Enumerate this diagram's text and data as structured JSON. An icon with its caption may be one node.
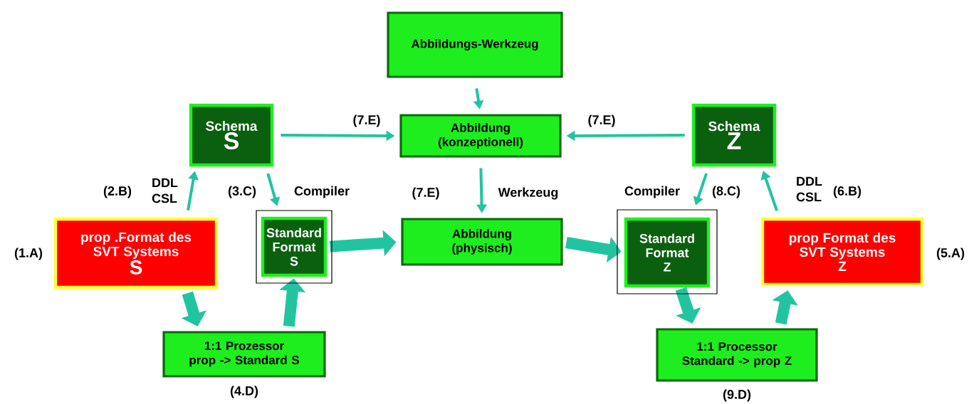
{
  "diagram": {
    "nodes": [
      {
        "text": [
          "Abbildungs-Werkzeug"
        ]
      },
      {
        "text": [
          "Schema",
          "S"
        ]
      },
      {
        "text": [
          "Abbildung (konzeptionell)"
        ]
      },
      {
        "text": [
          "Schema",
          "Z"
        ]
      },
      {
        "text": [
          "prop .Format des SVT Systems",
          "S"
        ],
        "beside": [
          "(1.A)"
        ]
      },
      {
        "text": [],
        "shape": "box"
      },
      {
        "text": [
          "Standard Format",
          "S"
        ],
        "in": 5
      },
      {
        "text": [
          "Abbildung (physisch)"
        ]
      },
      {
        "text": [],
        "shape": "box"
      },
      {
        "text": [
          "Standard Format",
          "Z"
        ],
        "in": 8
      },
      {
        "text": [
          "prop Format des SVT Systems",
          "Z"
        ],
        "beside": [
          "(5.A)"
        ]
      },
      {
        "text": [
          "1:1 Prozessor prop -> Standard S"
        ],
        "beside": [
          "(4.D)"
        ]
      },
      {
        "text": [
          "1:1 Processor Standard -> prop Z"
        ],
        "beside": [
          "(9.D)"
        ]
      }
    ],
    "edges": [
      {
        "from": 0,
        "to": 2,
        "arrow": "to"
      },
      {
        "from": 1,
        "to": 2,
        "arrow": "to",
        "label": "(7.E)"
      },
      {
        "from": 3,
        "to": 2,
        "arrow": "to",
        "label": "(7.E)"
      },
      {
        "from": 2,
        "to": 7,
        "arrow": "to",
        "label": "Werkzeug"
      },
      {
        "from": 4,
        "to": 1,
        "arrow": "to"
      },
      {
        "from": 1,
        "to": 5,
        "arrow": "to"
      },
      {
        "from": 6,
        "to": 7,
        "arrow": "to",
        "style": "thick"
      },
      {
        "from": 7,
        "to": 9,
        "arrow": "to",
        "style": "thick"
      },
      {
        "from": 3,
        "to": 8,
        "arrow": "to"
      },
      {
        "from": 10,
        "to": 3,
        "arrow": "to"
      },
      {
        "from": 4,
        "to": 11,
        "arrow": "to",
        "style": "thick"
      },
      {
        "from": 11,
        "to": 6,
        "arrow": "to",
        "style": "thick"
      },
      {
        "from": 9,
        "to": 12,
        "arrow": "to",
        "style": "thick"
      },
      {
        "from": 12,
        "to": 10,
        "arrow": "to",
        "style": "thick"
      }
    ],
    "labels": [
      "(2.B)",
      "DDL CSL",
      "(3.C)",
      "Compiler",
      "(7.E)",
      "Compiler",
      "(8.C)",
      "DDL CSL",
      "(6.B)"
    ]
  }
}
